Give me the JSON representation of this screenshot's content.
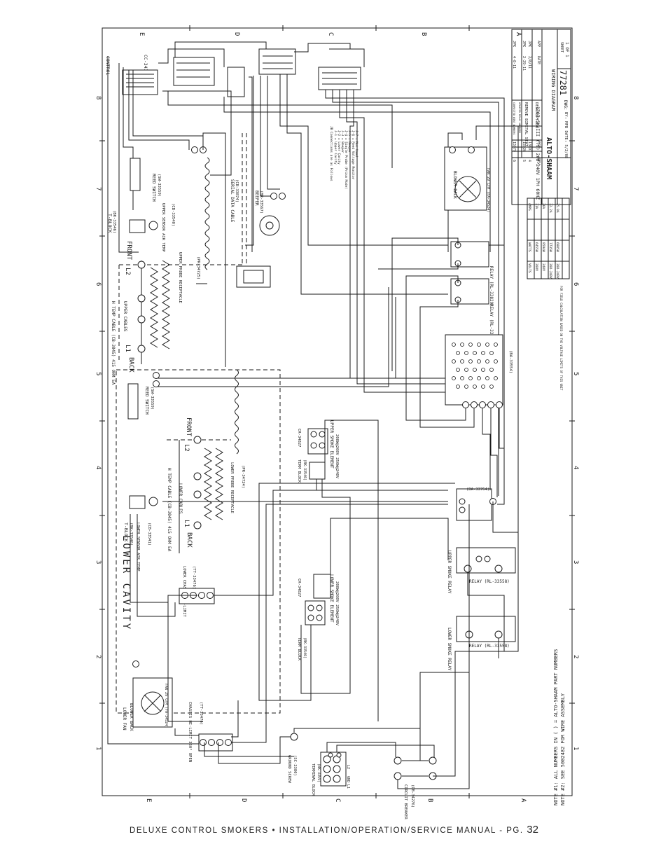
{
  "footer": {
    "text": "DELUXE CONTROL SMOKERS • INSTALLATION/OPERATION/SERVICE MANUAL - PG.",
    "page_number": "32"
  },
  "grid": {
    "row_letters": [
      "E",
      "D",
      "C",
      "B",
      "A"
    ],
    "column_numbers": [
      "8",
      "7",
      "6",
      "5",
      "4",
      "3",
      "2",
      "1"
    ]
  },
  "title_block": {
    "company": "ALTO-SHAAM",
    "model": "1767-SK/III (79) 208-240V 1PH 60HZ",
    "drawing_type": "WIRING DIAGRAM",
    "dwg_label": "DWG:",
    "dwg_number": "77281",
    "sheet_label": "SHEET",
    "sheet": "1 OF 1",
    "by": "BY: MFB DATE: 5/2/08",
    "revisions": [
      {
        "rev": "6",
        "eco": "15979",
        "desc": "CORRECTED WIRE NUMBERS",
        "date": "4-8-11",
        "app": "JPK"
      },
      {
        "rev": "5",
        "eco": "15926",
        "desc": "UPDATED RELAY NUMBERS",
        "date": "2-29-11",
        "app": "JPK"
      },
      {
        "rev": "4",
        "eco": "13897",
        "desc": "REMOVE BIMETAL STAT",
        "date": "2/8/11",
        "app": "JPK"
      },
      {
        "rev": "REV",
        "eco": "ECO",
        "desc": "DESCRIPTION",
        "date": "DATE",
        "app": "APP"
      }
    ]
  },
  "power_table": {
    "headers": [
      "VOLTS",
      "WATTS",
      "AMPS"
    ],
    "rows": [
      [
        "208V",
        "6455W",
        "31A"
      ],
      [
        "240V",
        "8594W",
        "36A"
      ],
      [
        "208-240V",
        "7735W",
        "32.2A"
      ],
      [
        "208-240V",
        "6005W",
        "25.0A"
      ]
    ],
    "note": "FOR FIELD CALCULATION BASED ON THE VOLTAGE LIMITS OF THIS UNIT"
  },
  "components": {
    "control": "CONTROL",
    "control_part": "CC-34194",
    "t_block_upper": "T-BLOCK",
    "t_block_upper_part": "(BK-33546)",
    "reed_switch_upper": "REED SWITCH",
    "reed_switch_upper_part": "(SW-33559)",
    "upper_sensor": "UPPER SENSOR AIR TEMP",
    "upper_sensor_part": "(CB-33540)",
    "serial_cable": "SERIAL DATA CABLE",
    "serial_cable_part": "(CB-33874)",
    "beeper": "BEEPER",
    "beeper_part": "(BR-33567)",
    "upper_probe": "UPPER PROBE RECEPTACLE",
    "upper_probe_part": "(PR-34725)",
    "front_upper": "FRONT",
    "back_upper": "BACK",
    "l1_upper": "L1",
    "l2_upper": "L2",
    "upper_temp_cable": "H TEMP CABLE (CB-3045) 415 OHM EA",
    "upper_cables": "UPPER CABLES",
    "relay_a": "RELAY (RL-33829)",
    "relay_b": "RELAY (RL-33829)",
    "blower": "BLOWER BACK",
    "fan_upper": "FAN 29 CFM (FA-34524)",
    "ba_33554": "(BA-33554)",
    "ba_33764": "(BA-33764)",
    "lower_cavity": "LOWER CAVITY",
    "reed_switch_lower": "REED SWITCH",
    "reed_switch_lower_part": "(SW-33559)",
    "front_lower": "FRONT",
    "back_lower": "BACK",
    "l1_lower": "L1",
    "l2_lower": "L2",
    "lower_temp_cable": "H TEMP CABLE (CB-3045) 415 OHM EA",
    "lower_cables": "LOWER CABLES",
    "lower_probe": "LOWER PROBE RECEPTACLE",
    "lower_probe_part": "(PR-34724)",
    "t_block_lower": "T-BLOCK",
    "t_block_lower_part": "(BK-33546)",
    "lower_sensor": "LOWER SENSOR AIR TEMP",
    "lower_sensor_part": "(CB-33541)",
    "upper_smoke_element": "UPPER SMOKE ELEMENT",
    "upper_smoke_ratings": "208W@208V 250W@240V",
    "cr_upper": "CR-34827",
    "term_block_upper": "TERM BLOCK",
    "term_block_upper_part": "(BK-33546)",
    "lower_smoke_element": "LOWER SMOKE ELEMENT",
    "lower_smoke_ratings": "208W@208V 250W@240V",
    "cr_lower": "CR-34827",
    "term_block_lower": "TERM BLOCK",
    "term_block_lower_part": "(BK-33546)",
    "lower_chassis": "LOWER CHASSIS HI-LIMIT",
    "lower_chassis_part": "(TT-33476)",
    "upper_smoke_relay": "UPPER SMOKE RELAY",
    "relay_upper_smoke": "RELAY (RL-33558)",
    "lower_smoke_relay": "LOWER SMOKE RELAY",
    "relay_lower_smoke": "RELAY (RL-33558)",
    "lower_fan": "LOWER FAN",
    "lower_fan_motor": "BLOWER BACK",
    "fan_lower": "FAN 29 CFM (FA-34524)",
    "chassis_hi_limit": "CHASSIS HI-LIMIT 350° OPEN",
    "chassis_hi_limit_part": "(TT-33476)",
    "ground_screw": "GROUND SCREW",
    "ground_screw_part": "(SC-2380)",
    "terminal_block": "TERMINAL BLOCK",
    "terminal_block_part": "(BK-3359)",
    "circuit_breaker": "CIRCUIT BREAKER",
    "circuit_breaker_part": "(CB-34276)",
    "term_labels": [
      "L1",
      "GND",
      "L2"
    ]
  },
  "notes": {
    "note1": "NOTE #1: ALL NUMBERS IN ( ) = ALTO-SHAAM PART NUMBERS",
    "note2": "NOTE #2: SEE 5002482 FOR WIRE ASSEMBLY",
    "jb_title": "JB Connections are as Follows",
    "jb_lines": [
      "J-1 = Upper Cavity",
      "J-2 = Lower Cavity",
      "J-3 = Beeper",
      "J-4 = Single Probe (Prism Mode)",
      "J-5 = Beeper",
      "J-6 = Reed Voltage Monitor",
      "J-7 = Not Used"
    ]
  }
}
